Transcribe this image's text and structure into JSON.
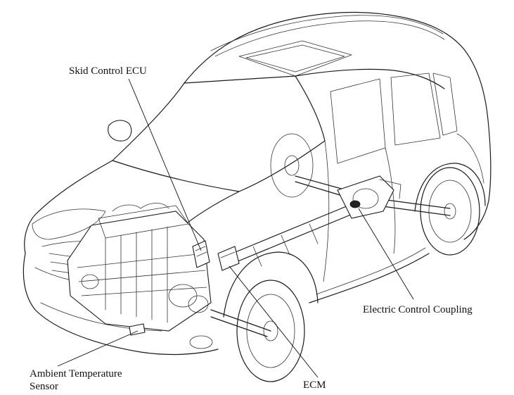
{
  "labels": {
    "skid_control_ecu": "Skid Control ECU",
    "electric_control_coupling": "Electric Control Coupling",
    "ecm": "ECM",
    "ambient_temperature_sensor_line1": "Ambient Temperature",
    "ambient_temperature_sensor_line2": "Sensor"
  }
}
